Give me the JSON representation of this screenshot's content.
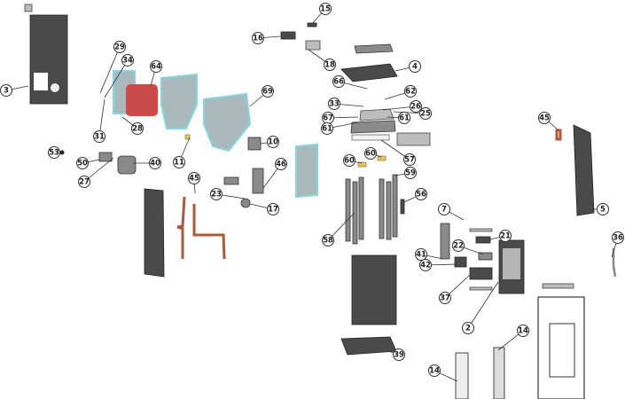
{
  "diagram": {
    "type": "exploded-parts-diagram",
    "part_numbers": [
      "3",
      "29",
      "34",
      "64",
      "31",
      "28",
      "53",
      "50",
      "27",
      "40",
      "11",
      "10",
      "45",
      "46",
      "23",
      "17",
      "69",
      "16",
      "15",
      "18",
      "4",
      "66",
      "62",
      "33",
      "26",
      "25",
      "67",
      "61",
      "61",
      "57",
      "60",
      "60",
      "59",
      "56",
      "58",
      "45",
      "5",
      "36",
      "7",
      "21",
      "22",
      "41",
      "42",
      "37",
      "2",
      "14",
      "14",
      "39"
    ]
  }
}
